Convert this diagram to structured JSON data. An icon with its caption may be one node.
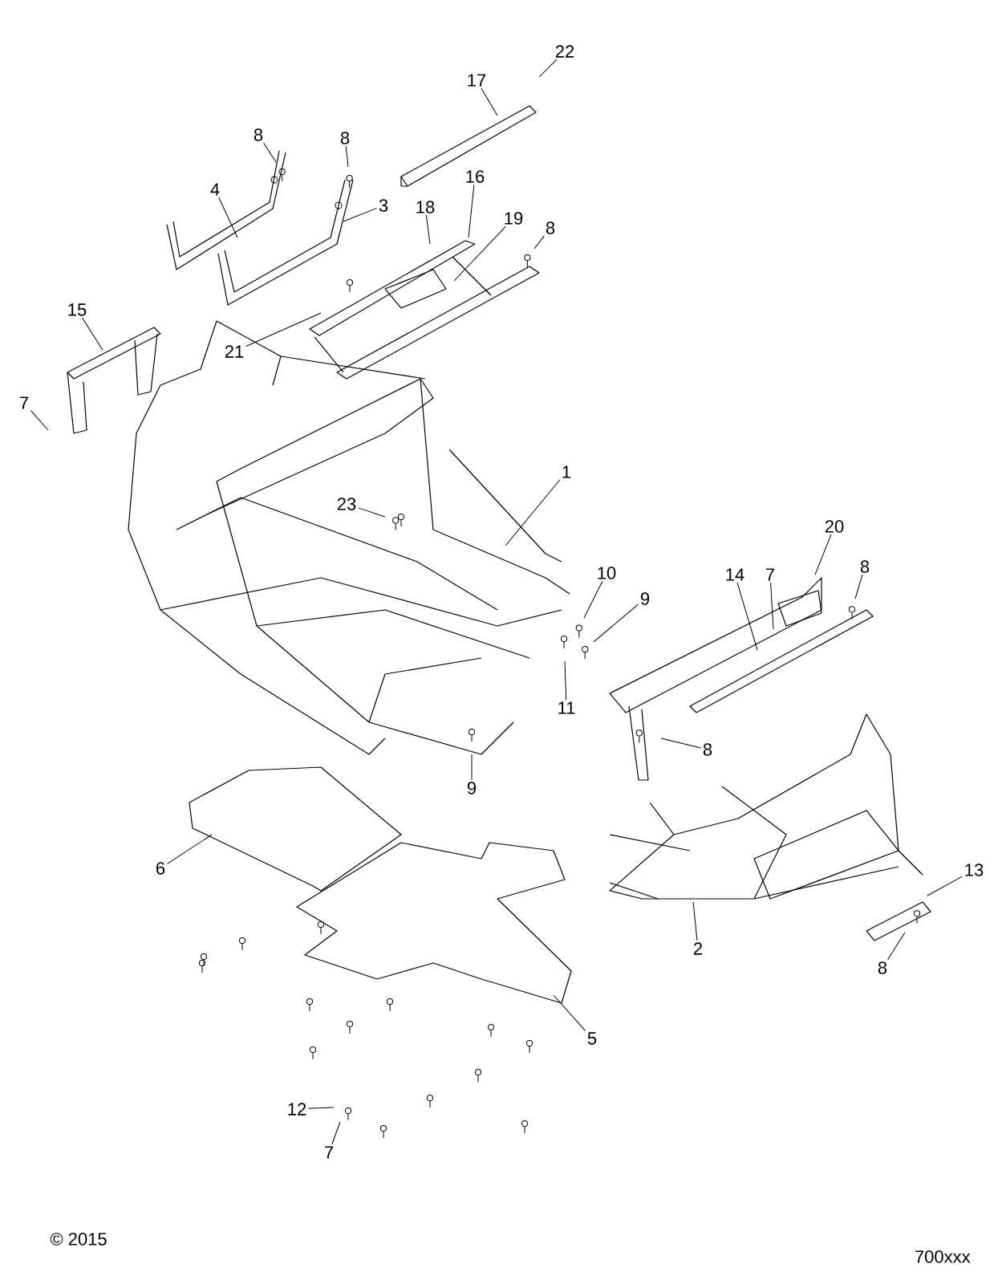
{
  "diagram": {
    "nodes": [
      {
        "text": [
          "22"
        ]
      },
      {
        "text": [
          "17"
        ]
      },
      {
        "text": [
          "8"
        ]
      },
      {
        "text": [
          "8"
        ]
      },
      {
        "text": [
          "4"
        ]
      },
      {
        "text": [
          "3"
        ]
      },
      {
        "text": [
          "16"
        ]
      },
      {
        "text": [
          "18"
        ]
      },
      {
        "text": [
          "19"
        ]
      },
      {
        "text": [
          "8"
        ]
      },
      {
        "text": [
          "15"
        ]
      },
      {
        "text": [
          "21"
        ]
      },
      {
        "text": [
          "7"
        ]
      },
      {
        "text": [
          "1"
        ]
      },
      {
        "text": [
          "23"
        ]
      },
      {
        "text": [
          "20"
        ]
      },
      {
        "text": [
          "14"
        ]
      },
      {
        "text": [
          "7"
        ]
      },
      {
        "text": [
          "8"
        ]
      },
      {
        "text": [
          "10"
        ]
      },
      {
        "text": [
          "9"
        ]
      },
      {
        "text": [
          "11"
        ]
      },
      {
        "text": [
          "9"
        ]
      },
      {
        "text": [
          "8"
        ]
      },
      {
        "text": [
          "6"
        ]
      },
      {
        "text": [
          "2"
        ]
      },
      {
        "text": [
          "13"
        ]
      },
      {
        "text": [
          "8"
        ]
      },
      {
        "text": [
          "5"
        ]
      },
      {
        "text": [
          "12"
        ]
      },
      {
        "text": [
          "7"
        ]
      }
    ],
    "edges": [
      {
        "from": 0,
        "to": null,
        "arrow": "none"
      },
      {
        "from": 1,
        "to": null,
        "arrow": "none"
      },
      {
        "from": 2,
        "to": null,
        "arrow": "none"
      },
      {
        "from": 3,
        "to": null,
        "arrow": "none"
      },
      {
        "from": 4,
        "to": null,
        "arrow": "none"
      },
      {
        "from": 5,
        "to": null,
        "arrow": "none"
      },
      {
        "from": 6,
        "to": null,
        "arrow": "none"
      },
      {
        "from": 7,
        "to": null,
        "arrow": "none"
      },
      {
        "from": 8,
        "to": null,
        "arrow": "none"
      },
      {
        "from": 9,
        "to": null,
        "arrow": "none"
      },
      {
        "from": 10,
        "to": null,
        "arrow": "none"
      },
      {
        "from": 11,
        "to": null,
        "arrow": "none"
      },
      {
        "from": 12,
        "to": null,
        "arrow": "none"
      },
      {
        "from": 13,
        "to": null,
        "arrow": "none"
      },
      {
        "from": 14,
        "to": null,
        "arrow": "none"
      },
      {
        "from": 15,
        "to": null,
        "arrow": "none"
      },
      {
        "from": 16,
        "to": null,
        "arrow": "none"
      },
      {
        "from": 17,
        "to": null,
        "arrow": "none"
      },
      {
        "from": 18,
        "to": null,
        "arrow": "none"
      },
      {
        "from": 19,
        "to": null,
        "arrow": "none"
      },
      {
        "from": 20,
        "to": null,
        "arrow": "none"
      },
      {
        "from": 21,
        "to": null,
        "arrow": "none"
      },
      {
        "from": 22,
        "to": null,
        "arrow": "none"
      },
      {
        "from": 23,
        "to": null,
        "arrow": "none"
      },
      {
        "from": 24,
        "to": null,
        "arrow": "none"
      },
      {
        "from": 25,
        "to": null,
        "arrow": "none"
      },
      {
        "from": 26,
        "to": null,
        "arrow": "none"
      },
      {
        "from": 27,
        "to": null,
        "arrow": "none"
      },
      {
        "from": 28,
        "to": null,
        "arrow": "none"
      },
      {
        "from": 29,
        "to": null,
        "arrow": "none"
      },
      {
        "from": 30,
        "to": null,
        "arrow": "none"
      }
    ],
    "labels": [
      "© 2015",
      "700xxx"
    ]
  }
}
